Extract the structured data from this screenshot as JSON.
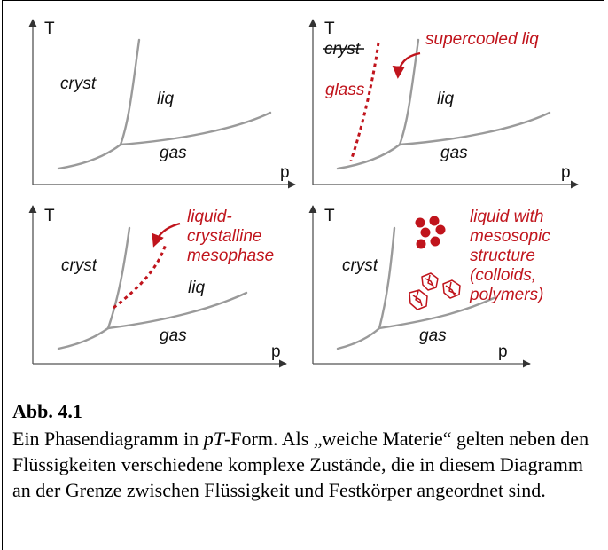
{
  "figure": {
    "panels": [
      {
        "axis_t": "T",
        "axis_p": "p",
        "labels": {
          "cryst": "cryst",
          "liq": "liq",
          "gas": "gas"
        }
      },
      {
        "axis_t": "T",
        "axis_p": "p",
        "labels": {
          "cryst": "cryst",
          "liq": "liq",
          "gas": "gas"
        },
        "annotations": {
          "supercooled": "supercooled liq",
          "glass": "glass"
        }
      },
      {
        "axis_t": "T",
        "axis_p": "p",
        "labels": {
          "cryst": "cryst",
          "liq": "liq",
          "gas": "gas"
        },
        "annotations": {
          "line1": "liquid-",
          "line2": "crystalline",
          "line3": "mesophase"
        }
      },
      {
        "axis_t": "T",
        "axis_p": "p",
        "labels": {
          "cryst": "cryst",
          "gas": "gas"
        },
        "annotations": {
          "line1": "liquid with",
          "line2": "mesosopic",
          "line3": "structure",
          "line4": "(colloids,",
          "line5": "polymers)"
        }
      }
    ],
    "colors": {
      "annotation": "#c0141c",
      "phase_line": "#9a9a9a"
    }
  },
  "caption": {
    "title": "Abb. 4.1",
    "text_before": "Ein Phasendiagramm in ",
    "text_emph_p": "p",
    "text_emph_t": "T",
    "text_after": "-Form.  Als „weiche Materie“ gelten neben den Flüssigkeiten verschiedene komplexe Zu­stände, die in diesem Diagramm an der Grenze zwischen Flüssigkeit und Festkörper angeordnet sind."
  }
}
